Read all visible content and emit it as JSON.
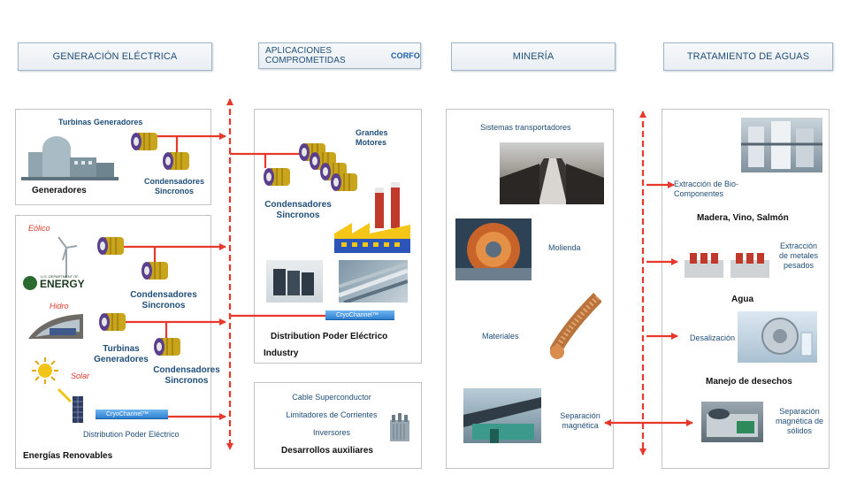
{
  "headers": {
    "generacion": "GENERACIÓN ELÉCTRICA",
    "aplicaciones": "APLICACIONES COMPROMETIDAS",
    "aplicaciones_logo": "CORFO",
    "mineria": "MINERÍA",
    "tratamiento": "TRATAMIENTO DE AGUAS"
  },
  "generacion": {
    "turbinas": "Turbinas Generadores",
    "condensadores": "Condensadores Sincronos",
    "generadores": "Generadores"
  },
  "renovables": {
    "eolico": "Eólico",
    "energy_logo_top": "U.S. DEPARTMENT OF",
    "energy_logo": "ENERGY",
    "condensadores1": "Condensadores Sincronos",
    "hidro": "Hidro",
    "turbinas": "Turbinas Generadores",
    "condensadores2": "Condensadores Sincronos",
    "solar": "Solar",
    "cryo": "CryoChannel™",
    "distribution": "Distribution Poder Eléctrico",
    "title": "Energías Renovables"
  },
  "aplicaciones": {
    "grandes_motores": "Grandes Motores",
    "condensadores": "Condensadores Sincronos",
    "cryo": "CryoChannel™",
    "distribution": "Distribution Poder Eléctrico",
    "industry": "Industry"
  },
  "auxiliares": {
    "items": [
      "Cable Superconductor",
      "Limitadores de Corrientes",
      "Inversores"
    ],
    "title": "Desarrollos auxiliares"
  },
  "mineria": {
    "sistemas": "Sistemas transportadores",
    "molienda": "Molienda",
    "materiales": "Materiales",
    "separacion": "Separación magnética"
  },
  "tratamiento": {
    "extraccion_bio": "Extracción de Bio-Componentes",
    "madera": "Madera, Vino, Salmón",
    "extraccion_metales": "Extracción de metales pesados",
    "agua": "Agua",
    "desalizacion": "Desalización",
    "manejo": "Manejo de desechos",
    "separacion_solidos": "Separación magnética de sólidos"
  },
  "colors": {
    "arrow": "#e8382b",
    "header_text": "#1f4e79",
    "motor_body": "#c9a51c",
    "motor_ring": "#5b3f8f"
  }
}
